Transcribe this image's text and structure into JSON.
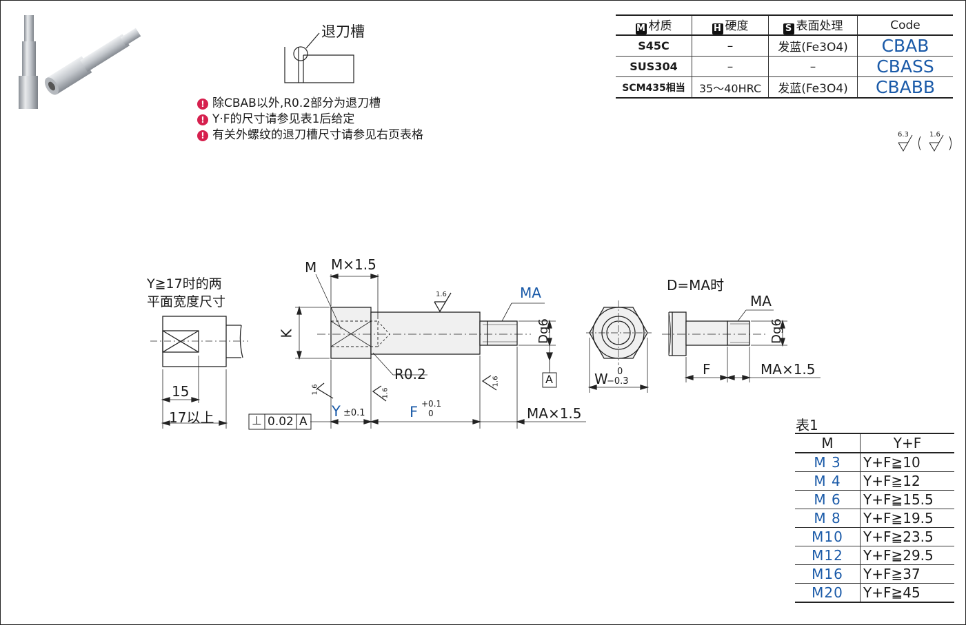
{
  "groove_label": "退刀槽",
  "notes": [
    "除CBAB以外,R0.2部分为退刀槽",
    "Y·F的尺寸请参见表1后给定",
    "有关外螺纹的退刀槽尺寸请参见右页表格"
  ],
  "spec_table": {
    "headers": {
      "material": {
        "badge": "M",
        "label": "材质"
      },
      "hardness": {
        "badge": "H",
        "label": "硬度"
      },
      "surface": {
        "badge": "S",
        "label": "表面处理"
      },
      "code": "Code"
    },
    "rows": [
      {
        "material": "S45C",
        "hardness": "–",
        "surface": "发蓝(Fe3O4)",
        "code": "CBAB"
      },
      {
        "material": "SUS304",
        "hardness": "–",
        "surface": "–",
        "code": "CBASS"
      },
      {
        "material": "SCM435相当",
        "hardness": "35～40HRC",
        "surface": "发蓝(Fe3O4)",
        "code": "CBABB"
      }
    ]
  },
  "roughness": {
    "general": "6.3",
    "specified": "1.6"
  },
  "flat_view": {
    "title_line1": "Y≧17时的两",
    "title_line2": "平面宽度尺寸",
    "dim_width": "15",
    "dim_min": "17以上"
  },
  "main_view": {
    "m_label": "M",
    "m_depth": "M×1.5",
    "k_label": "K",
    "roughness_top": "1.6",
    "ma_label": "MA",
    "d_label": "Dg6",
    "r_label": "R0.2",
    "datum": "A",
    "perp_symbol": "⊥",
    "perp_value": "0.02",
    "perp_datum": "A",
    "y_label": "Y",
    "y_tol": "±0.1",
    "f_label": "F",
    "f_tol_upper": "+0.1",
    "f_tol_lower": "0",
    "ma_depth": "MA×1.5",
    "rough_a": "1.6",
    "rough_b": "1.6",
    "rough_c": "1.6"
  },
  "end_view": {
    "w_label": "W",
    "w_tol_upper": "0",
    "w_tol_lower": "−0.3"
  },
  "d_eq_ma_view": {
    "title": "D=MA时",
    "ma_label": "MA",
    "d_label": "Dg6",
    "f_label": "F",
    "ma_depth": "MA×1.5"
  },
  "table1": {
    "title": "表1",
    "headers": [
      "M",
      "Y+F"
    ],
    "rows": [
      {
        "m": "M 3",
        "yf": "Y+F≧10"
      },
      {
        "m": "M 4",
        "yf": "Y+F≧12"
      },
      {
        "m": "M 6",
        "yf": "Y+F≧15.5"
      },
      {
        "m": "M 8",
        "yf": "Y+F≧19.5"
      },
      {
        "m": "M10",
        "yf": "Y+F≧23.5"
      },
      {
        "m": "M12",
        "yf": "Y+F≧29.5"
      },
      {
        "m": "M16",
        "yf": "Y+F≧37"
      },
      {
        "m": "M20",
        "yf": "Y+F≧45"
      }
    ]
  },
  "colors": {
    "accent": "#1a5aa8",
    "warning": "#d6204e"
  }
}
